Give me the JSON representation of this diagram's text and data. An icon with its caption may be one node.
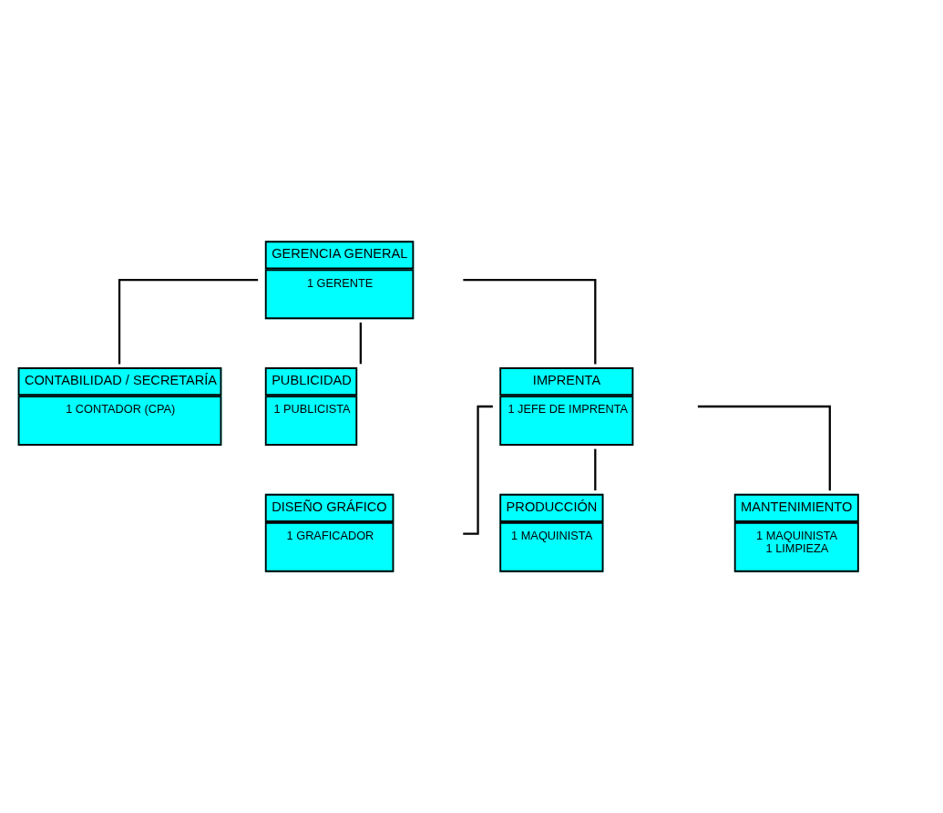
{
  "diagram": {
    "nodes": [
      {
        "text": [
          "GERENCIA GENERAL",
          "1 GERENTE"
        ]
      },
      {
        "text": [
          "CONTABILIDAD / SECRETARÍA",
          "1 CONTADOR (CPA)"
        ]
      },
      {
        "text": [
          "PUBLICIDAD",
          "1 PUBLICISTA"
        ]
      },
      {
        "text": [
          "IMPRENTA",
          "1 JEFE DE IMPRENTA"
        ]
      },
      {
        "text": [
          "DISEÑO GRÁFICO",
          "1 GRAFICADOR"
        ]
      },
      {
        "text": [
          "PRODUCCIÓN",
          "1 MAQUINISTA"
        ]
      },
      {
        "text": [
          "MANTENIMIENTO",
          "1 MAQUINISTA",
          "1 LIMPIEZA"
        ]
      }
    ],
    "edges": [
      {
        "from": 0,
        "to": 1,
        "arrow": "none"
      },
      {
        "from": 0,
        "to": 2,
        "arrow": "none"
      },
      {
        "from": 0,
        "to": 3,
        "arrow": "none"
      },
      {
        "from": 3,
        "to": 4,
        "arrow": "none"
      },
      {
        "from": 3,
        "to": 5,
        "arrow": "none"
      },
      {
        "from": 3,
        "to": 6,
        "arrow": "none"
      }
    ]
  }
}
